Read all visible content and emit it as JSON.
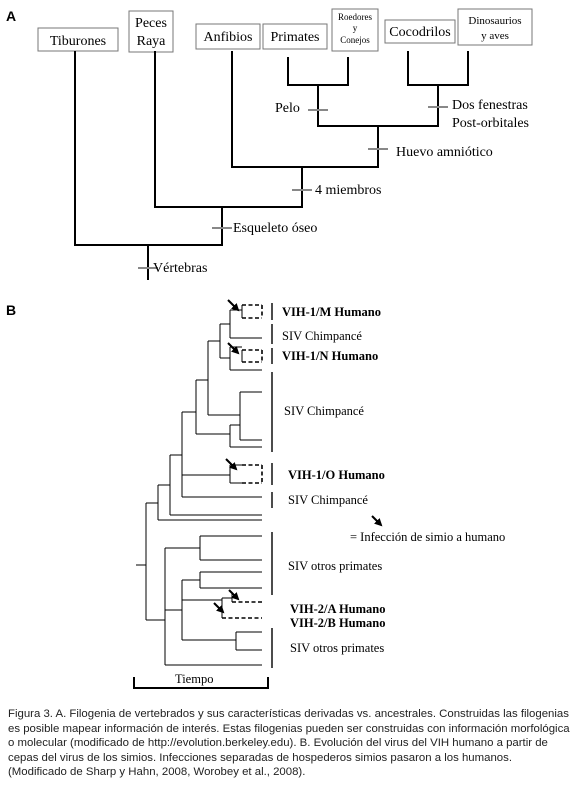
{
  "panel_a": {
    "label": "A",
    "taxa": {
      "tiburones": "Tiburones",
      "peces_line1": "Peces",
      "peces_line2": "Raya",
      "anfibios": "Anfibios",
      "primates": "Primates",
      "roedores_line1": "Roedores",
      "roedores_line2": "y",
      "roedores_line3": "Conejos",
      "cocodrilos": "Cocodrilos",
      "dinosaurios_line1": "Dinosaurios",
      "dinosaurios_line2": "y aves"
    },
    "traits": {
      "pelo": "Pelo",
      "fenestras_line1": "Dos fenestras",
      "fenestras_line2": "Post-orbitales",
      "huevo": "Huevo amniótico",
      "miembros": "4 miembros",
      "esqueleto": "Esqueleto óseo",
      "vertebras": "Vértebras"
    }
  },
  "panel_b": {
    "label": "B",
    "clades": {
      "hiv1_m": "VIH-1/M Humano",
      "siv_chimp_1": "SIV Chimpancé",
      "hiv1_n": "VIH-1/N Humano",
      "siv_chimp_2": "SIV Chimpancé",
      "hiv1_o": "VIH-1/O Humano",
      "siv_chimp_3": "SIV Chimpancé",
      "siv_otros_1": "SIV otros primates",
      "hiv2_a": "VIH-2/A Humano",
      "hiv2_b": "VIH-2/B Humano",
      "siv_otros_2": "SIV otros primates"
    },
    "legend": "= Infección de simio a humano",
    "time_label": "Tiempo"
  },
  "caption": {
    "text": "Figura 3. A. Filogenia de vertebrados y sus características derivadas vs. ancestrales. Construidas las filogenias es posible mapear información de interés. Estas filogenias pueden ser construidas con información morfológica o molecular (modificado de http://evolution.berkeley.edu). B. Evolución del virus del VIH humano a partir de cepas del virus de los simios. Infecciones separadas de hospederos simios pasaron a los humanos. (Modificado de Sharp y Hahn, 2008, Worobey et al., 2008)."
  }
}
